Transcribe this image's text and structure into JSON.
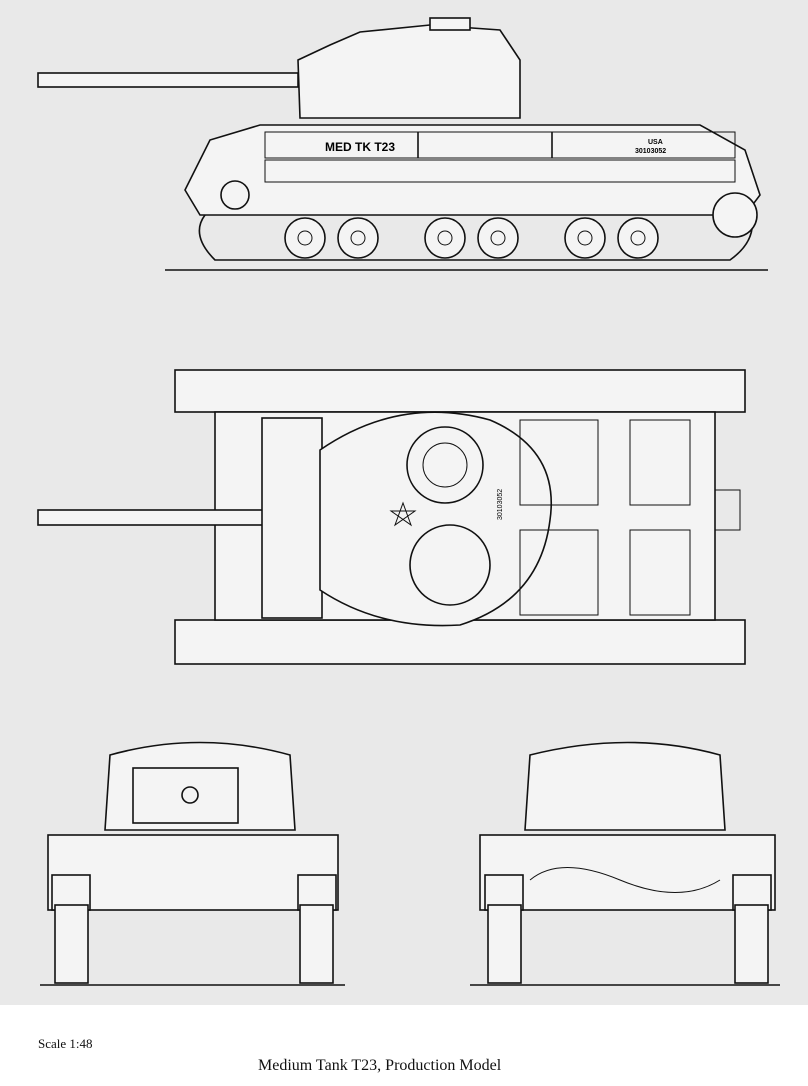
{
  "drawing": {
    "side_view": {
      "hull_marking": "MED TK T23",
      "country_marking": "USA",
      "serial_number": "30103052"
    },
    "top_view": {
      "turret_marking": "30103052"
    }
  },
  "caption": {
    "scale": "Scale  1:48",
    "title": "Medium Tank T23, Production Model"
  }
}
